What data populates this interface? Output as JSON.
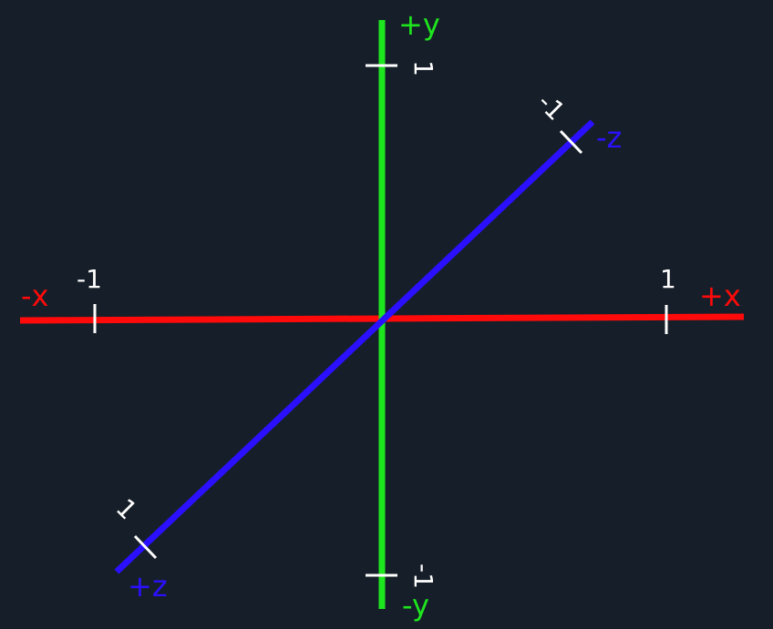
{
  "colors": {
    "background": "#161f29",
    "x_axis": "#ff0a0a",
    "y_axis": "#1ee61e",
    "z_axis": "#2a10ff",
    "tick": "#ffffff"
  },
  "axes": {
    "x": {
      "negative_label": "-x",
      "positive_label": "+x",
      "neg_tick_label": "-1",
      "pos_tick_label": "1"
    },
    "y": {
      "positive_label": "+y",
      "negative_label": "-y",
      "pos_tick_label": "1",
      "neg_tick_label": "-1"
    },
    "z": {
      "negative_label": "-z",
      "positive_label": "+z",
      "neg_tick_label": "-1",
      "pos_tick_label": "1"
    }
  }
}
